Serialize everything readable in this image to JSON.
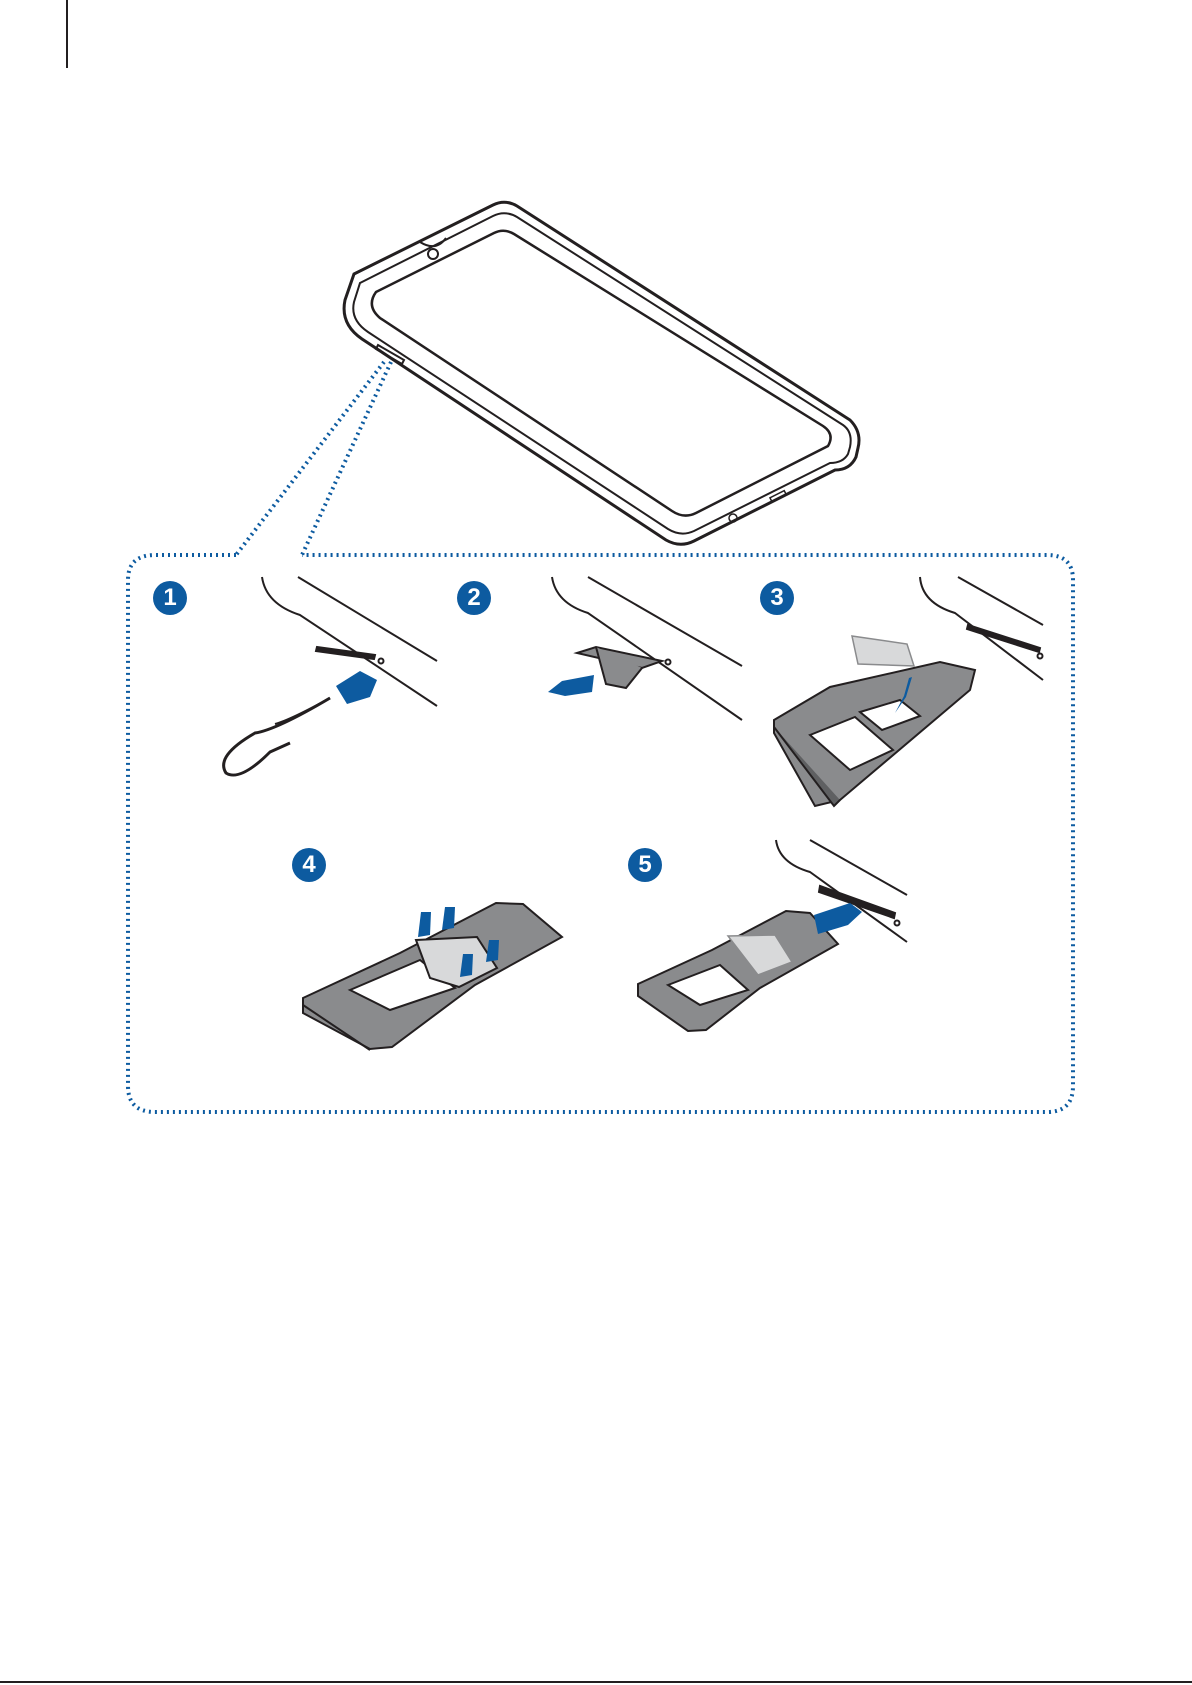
{
  "steps": [
    {
      "number": "1"
    },
    {
      "number": "2"
    },
    {
      "number": "3"
    },
    {
      "number": "4"
    },
    {
      "number": "5"
    }
  ],
  "colors": {
    "accent": "#0d5ba0",
    "outline": "#231f20",
    "tray": "#8a8b8d",
    "card": "#d8d9da"
  },
  "icons": [
    "phone-illustration",
    "ejection-pin-icon",
    "arrow-icon",
    "sim-tray-icon",
    "sim-card-icon"
  ]
}
